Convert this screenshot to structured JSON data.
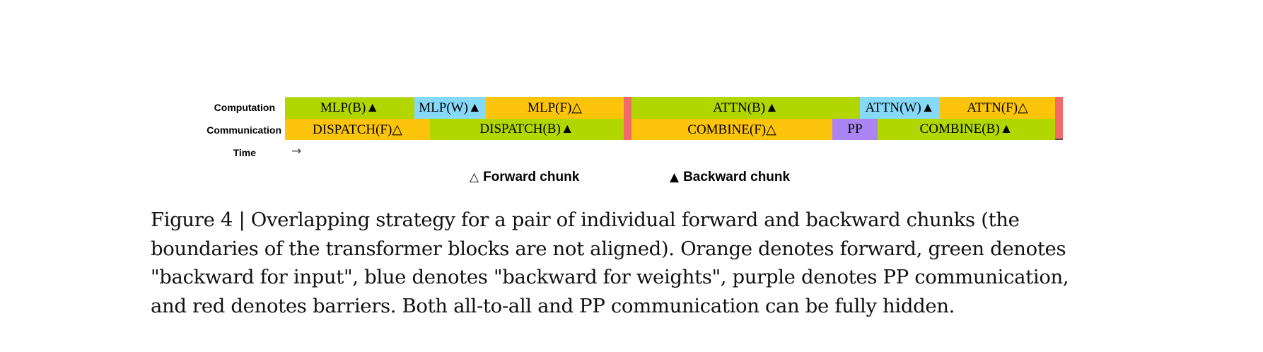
{
  "chart_data": {
    "type": "gantt",
    "title": "",
    "rows": [
      "Computation",
      "Communication"
    ],
    "time_axis_label": "Time",
    "time_axis_symbol": "→",
    "colors": {
      "forward": "#FDC40C",
      "backward_input": "#B2D600",
      "backward_weights": "#86D9F9",
      "pp_communication": "#AA84F0",
      "barrier": "#F26A6A"
    },
    "computation": [
      {
        "label": "MLP(B)▲",
        "start": 403,
        "end": 586,
        "color": "#B2D600"
      },
      {
        "label": "MLP(W)▲",
        "start": 586,
        "end": 687,
        "color": "#86D9F9"
      },
      {
        "label": "MLP(F)△",
        "start": 687,
        "end": 882,
        "color": "#FDC40C"
      },
      {
        "label": "",
        "start": 882,
        "end": 893,
        "color": "#F26A6A"
      },
      {
        "label": "ATTN(B)▲",
        "start": 893,
        "end": 1216,
        "color": "#B2D600"
      },
      {
        "label": "ATTN(W)▲",
        "start": 1216,
        "end": 1329,
        "color": "#86D9F9"
      },
      {
        "label": "ATTN(F)△",
        "start": 1329,
        "end": 1492,
        "color": "#FDC40C"
      },
      {
        "label": "",
        "start": 1492,
        "end": 1503,
        "color": "#F26A6A"
      }
    ],
    "communication": [
      {
        "label": "DISPATCH(F)△",
        "start": 403,
        "end": 608,
        "color": "#FDC40C"
      },
      {
        "label": "DISPATCH(B)▲",
        "start": 608,
        "end": 882,
        "color": "#B2D600"
      },
      {
        "label": "",
        "start": 882,
        "end": 893,
        "color": "#F26A6A"
      },
      {
        "label": "COMBINE(F)△",
        "start": 893,
        "end": 1177,
        "color": "#FDC40C"
      },
      {
        "label": "PP",
        "start": 1177,
        "end": 1241,
        "color": "#AA84F0"
      },
      {
        "label": "COMBINE(B)▲",
        "start": 1241,
        "end": 1492,
        "color": "#B2D600"
      },
      {
        "label": "",
        "start": 1492,
        "end": 1503,
        "color": "#F26A6A"
      }
    ],
    "legend": [
      {
        "symbol": "△",
        "label": "Forward chunk"
      },
      {
        "symbol": "▲",
        "label": "Backward chunk"
      }
    ]
  },
  "labels": {
    "computation": "Computation",
    "communication": "Communication",
    "time": "Time",
    "time_arrow": "→"
  },
  "legend": {
    "forward_symbol": "△",
    "forward_label": "Forward chunk",
    "backward_symbol": "▲",
    "backward_label": "Backward chunk"
  },
  "caption": {
    "lines": [
      "Figure 4 | Overlapping strategy for a pair of individual forward and backward chunks (the",
      "boundaries of the transformer blocks are not aligned). Orange denotes forward, green denotes",
      "\"backward for input\", blue denotes \"backward for weights\", purple denotes PP communication,",
      "and red denotes barriers. Both all-to-all and PP communication can be fully hidden."
    ]
  }
}
